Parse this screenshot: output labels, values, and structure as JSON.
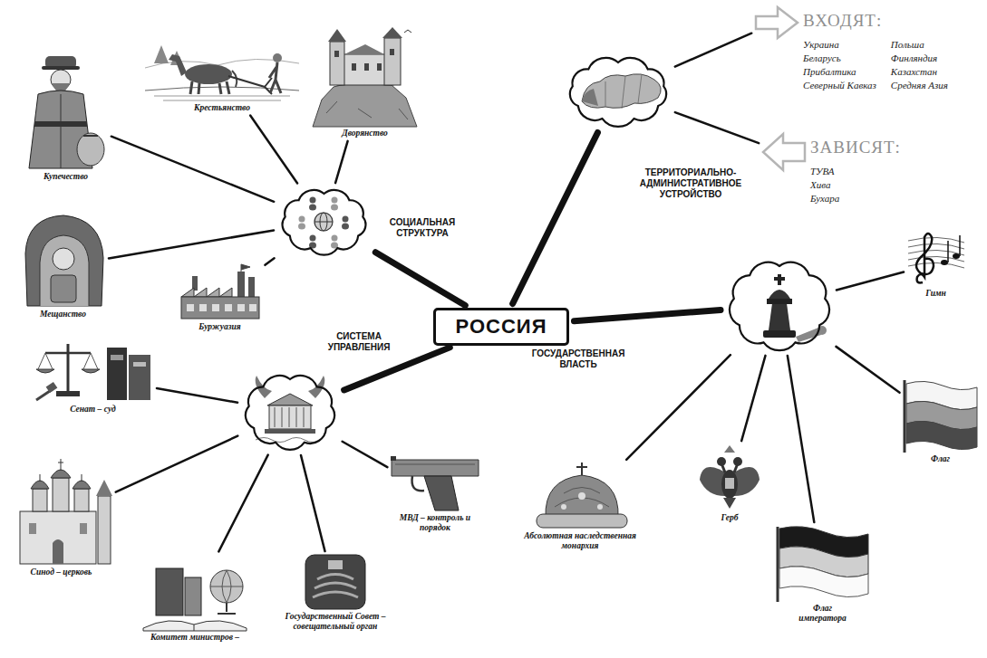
{
  "diagram": {
    "nodes": [
      {
        "text": [
          "РОССИЯ"
        ]
      },
      {
        "text": [
          "СОЦИАЛЬНАЯ СТРУКТУРА"
        ]
      },
      {
        "text": [
          "Купечество"
        ]
      },
      {
        "text": [
          "Крестьянство"
        ]
      },
      {
        "text": [
          "Дворянство"
        ]
      },
      {
        "text": [
          "Мещанство"
        ]
      },
      {
        "text": [
          "Буржуазия"
        ]
      },
      {
        "text": [
          "ТЕРРИТОРИАЛЬНО-АДМИНИСТРАТИВНОЕ УСТРОЙСТВО"
        ]
      },
      {
        "text": [
          "ВХОДЯТ:",
          "Украина",
          "Беларусь",
          "Прибалтика",
          "Северный Кавказ",
          "Польша",
          "Финляндия",
          "Казахстан",
          "Средняя Азия"
        ]
      },
      {
        "text": [
          "ЗАВИСЯТ:",
          "ТУВА",
          "Хива",
          "Бухара"
        ]
      },
      {
        "text": [
          "СИСТЕМА УПРАВЛЕНИЯ"
        ]
      },
      {
        "text": [
          "Сенат – суд"
        ]
      },
      {
        "text": [
          "Синод – церковь"
        ]
      },
      {
        "text": [
          "Комитет министров –"
        ]
      },
      {
        "text": [
          "Государственный Совет – совещательный орган"
        ]
      },
      {
        "text": [
          "МВД – контроль и порядок"
        ]
      },
      {
        "text": [
          "ГОСУДАРСТВЕННАЯ ВЛАСТЬ"
        ]
      },
      {
        "text": [
          "Гимн"
        ]
      },
      {
        "text": [
          "Флаг"
        ]
      },
      {
        "text": [
          "Абсолютная наследственная монархия"
        ]
      },
      {
        "text": [
          "Герб"
        ]
      },
      {
        "text": [
          "Флаг императора"
        ]
      }
    ],
    "edges": [
      {
        "from": 0,
        "to": 1,
        "arrow": "none"
      },
      {
        "from": 1,
        "to": 2,
        "arrow": "none"
      },
      {
        "from": 1,
        "to": 3,
        "arrow": "none"
      },
      {
        "from": 1,
        "to": 4,
        "arrow": "none"
      },
      {
        "from": 1,
        "to": 5,
        "arrow": "none"
      },
      {
        "from": 1,
        "to": 6,
        "arrow": "none"
      },
      {
        "from": 0,
        "to": 7,
        "arrow": "none"
      },
      {
        "from": 7,
        "to": 8,
        "arrow": "none"
      },
      {
        "from": 7,
        "to": 9,
        "arrow": "none"
      },
      {
        "from": 0,
        "to": 10,
        "arrow": "none"
      },
      {
        "from": 10,
        "to": 11,
        "arrow": "none"
      },
      {
        "from": 10,
        "to": 12,
        "arrow": "none"
      },
      {
        "from": 10,
        "to": 13,
        "arrow": "none"
      },
      {
        "from": 10,
        "to": 14,
        "arrow": "none"
      },
      {
        "from": 10,
        "to": 15,
        "arrow": "none"
      },
      {
        "from": 0,
        "to": 16,
        "arrow": "none"
      },
      {
        "from": 16,
        "to": 17,
        "arrow": "none"
      },
      {
        "from": 16,
        "to": 18,
        "arrow": "none"
      },
      {
        "from": 16,
        "to": 19,
        "arrow": "none"
      },
      {
        "from": 16,
        "to": 20,
        "arrow": "none"
      },
      {
        "from": 16,
        "to": 21,
        "arrow": "none"
      }
    ]
  }
}
